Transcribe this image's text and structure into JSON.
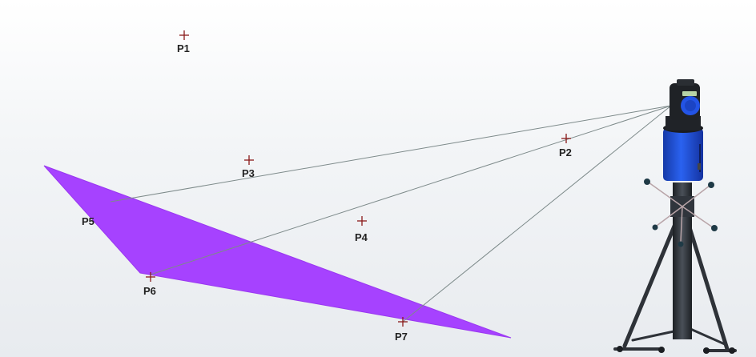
{
  "points": [
    {
      "id": "p1",
      "label": "P1"
    },
    {
      "id": "p2",
      "label": "P2"
    },
    {
      "id": "p3",
      "label": "P3"
    },
    {
      "id": "p4",
      "label": "P4"
    },
    {
      "id": "p5",
      "label": "P5"
    },
    {
      "id": "p6",
      "label": "P6"
    },
    {
      "id": "p7",
      "label": "P7"
    }
  ],
  "colors": {
    "plane": "#a642ff",
    "sight_line": "#7d8a8a",
    "marker": "#8b1a1a",
    "instrument_body": "#1f4fd6",
    "stand": "#2e3238"
  },
  "icons": {
    "point_marker": "crosshair-icon",
    "instrument": "laser-tracker-icon"
  }
}
